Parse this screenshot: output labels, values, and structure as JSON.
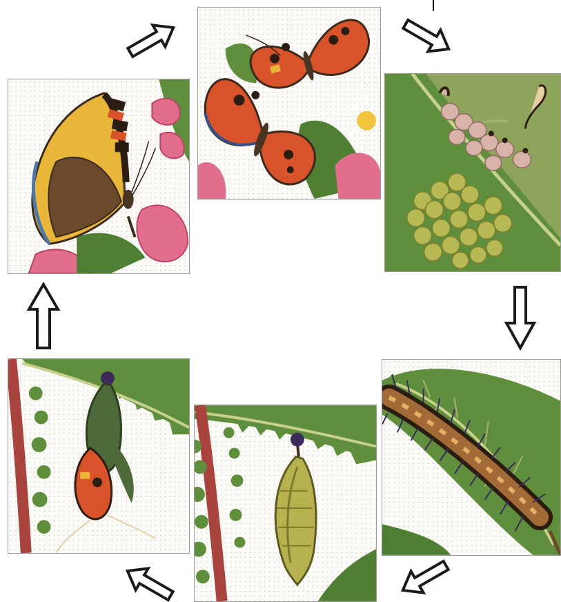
{
  "stages": [
    {
      "key": "adult-pair",
      "icon": "butterfly-pair-icon"
    },
    {
      "key": "eggs",
      "icon": "egg-cluster-icon"
    },
    {
      "key": "caterpillar",
      "icon": "caterpillar-icon"
    },
    {
      "key": "pupa",
      "icon": "chrysalis-icon"
    },
    {
      "key": "hatching",
      "icon": "emerging-butterfly-icon"
    },
    {
      "key": "adult-emerged",
      "icon": "butterfly-icon"
    }
  ],
  "cycle_direction": "clockwise",
  "colors": {
    "wing_orange": "#d8532a",
    "wing_dark": "#3a2a1c",
    "wing_yellow": "#e9b63a",
    "leaf_green": "#5f8f3c",
    "leaf_dark": "#3f6a2a",
    "stem_red": "#a8443d",
    "flower_pink": "#e36d8c",
    "egg_green": "#b7b955",
    "egg_pink": "#d9b3a8",
    "larva_brown": "#a26a36",
    "pupa_green": "#b7b24f",
    "arrow_outline": "#1a1a1a"
  }
}
